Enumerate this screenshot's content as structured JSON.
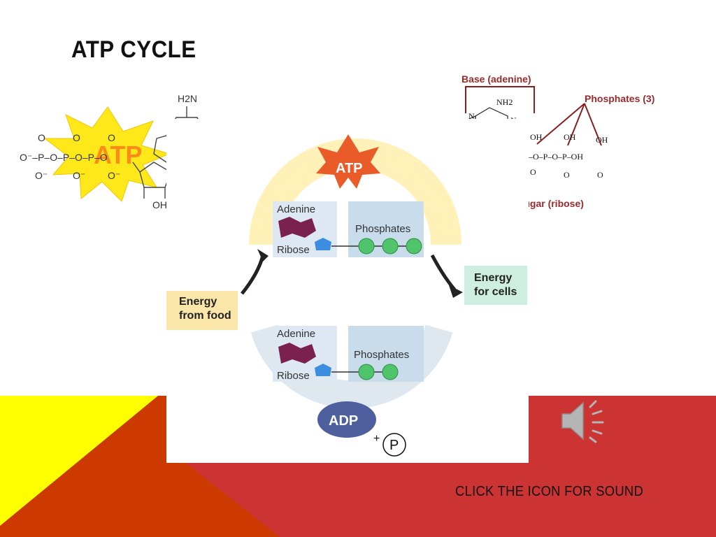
{
  "slide": {
    "title": "ATP CYCLE",
    "footer": "CLICK THE ICON FOR SOUND"
  },
  "left_molecule": {
    "burst_label": "ATP",
    "nh2": "H2N",
    "phosphate_row": "O⁻–P–O–P–O–P–O",
    "hydroxyls": "OH OH"
  },
  "cycle": {
    "atp_badge": "ATP",
    "adp_badge": "ADP",
    "top_panel": {
      "adenine": "Adenine",
      "ribose": "Ribose",
      "phosphates": "Phosphates",
      "phosphate_count": 3
    },
    "bottom_panel": {
      "adenine": "Adenine",
      "ribose": "Ribose",
      "phosphates": "Phosphates",
      "phosphate_count": 2
    },
    "energy_in_line1": "Energy",
    "energy_in_line2": "from food",
    "energy_out_line1": "Energy",
    "energy_out_line2": "for cells",
    "released_phosphate": "P",
    "released_sign": "+"
  },
  "right_molecule": {
    "base_label": "Base (adenine)",
    "phosphates_label": "Phosphates (3)",
    "sugar_label": "Sugar (ribose)"
  },
  "colors": {
    "yellow": "#ffff00",
    "orange_red": "#cc3a00",
    "red": "#cc3333",
    "burst_yellow": "#ffe81a",
    "burst_text": "#ff8a1a",
    "label_red": "#9a2a2a"
  },
  "icons": {
    "sound": "speaker-icon"
  }
}
